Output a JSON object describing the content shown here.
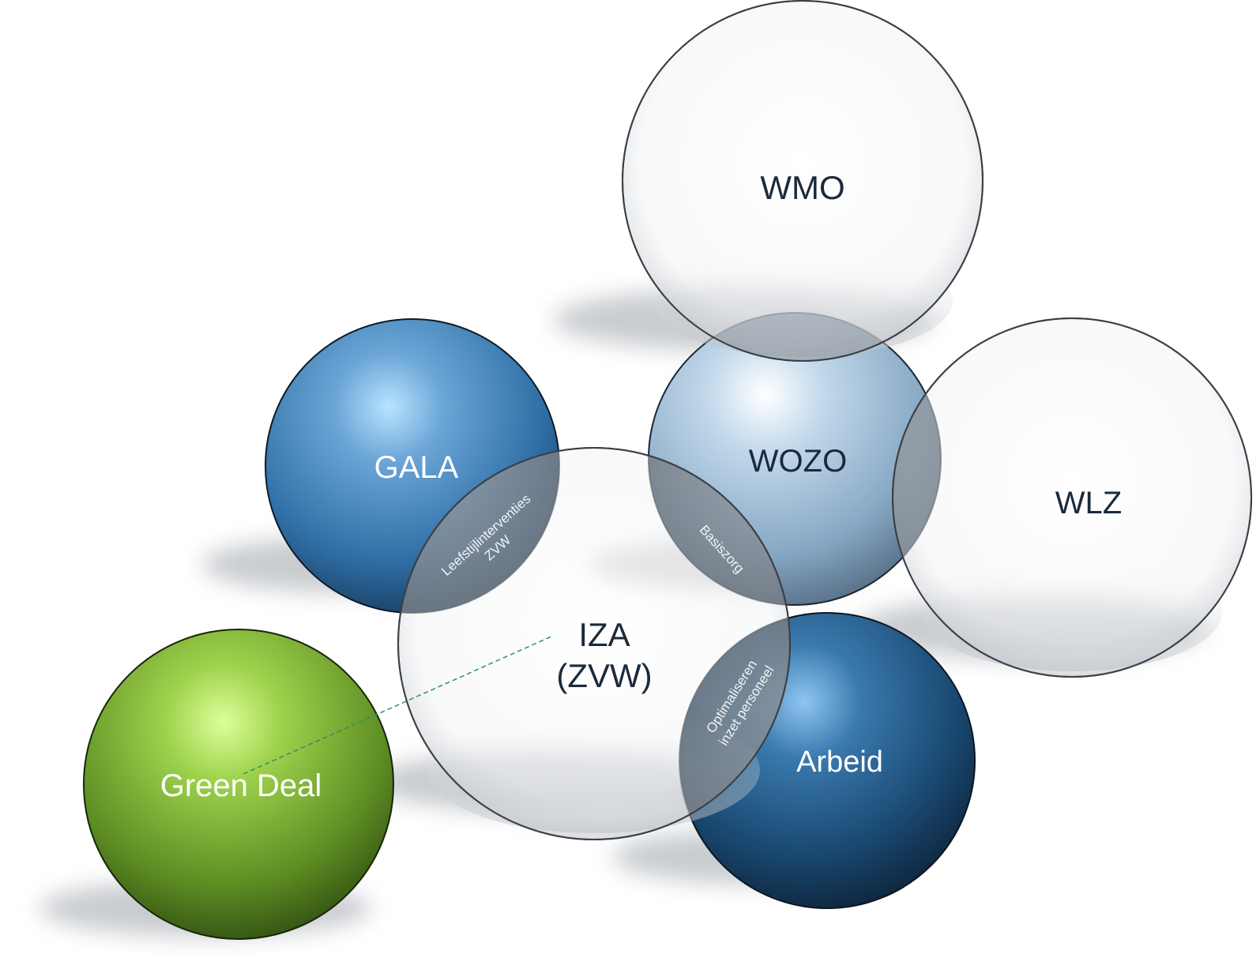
{
  "spheres": {
    "wmo": {
      "label": "WMO",
      "style": "glass",
      "text_color": "#1b2a3a"
    },
    "wozo": {
      "label": "WOZO",
      "style": "lightblue",
      "text_color": "#1b2a3a"
    },
    "wlz": {
      "label": "WLZ",
      "style": "glass",
      "text_color": "#1b2a3a"
    },
    "gala": {
      "label": "GALA",
      "style": "blue",
      "text_color": "#ffffff"
    },
    "iza_line1": {
      "label": "IZA",
      "style": "glass",
      "text_color": "#1b2a3a"
    },
    "iza_line2": {
      "label": "(ZVW)"
    },
    "arbeid": {
      "label": "Arbeid",
      "style": "navy",
      "text_color": "#ffffff"
    },
    "green_deal": {
      "label": "Green Deal",
      "style": "green",
      "text_color": "#ffffff"
    }
  },
  "overlaps": {
    "leefstijl_line1": "Leefstijlinterventies",
    "leefstijl_line2": "ZVW",
    "basiszorg": "Basiszorg",
    "personeel_line1": "Optimaliseren",
    "personeel_line2": "inzet personeel"
  },
  "colors": {
    "glass": "#e6e8eb",
    "lightblue": "#8fb4d4",
    "blue": "#4b88c0",
    "navy": "#1f4f7a",
    "green": "#8cc63f",
    "connector": "#2f8f6a"
  },
  "icons": {}
}
